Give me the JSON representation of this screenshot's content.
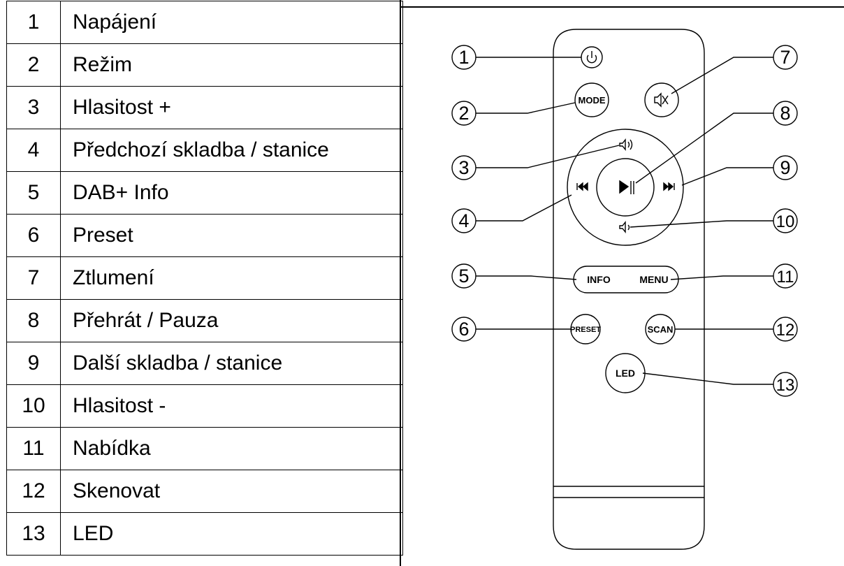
{
  "legend": [
    {
      "num": "1",
      "label": "Napájení"
    },
    {
      "num": "2",
      "label": "Režim"
    },
    {
      "num": "3",
      "label": "Hlasitost +"
    },
    {
      "num": "4",
      "label": "Předchozí skladba / stanice"
    },
    {
      "num": "5",
      "label": "DAB+ Info"
    },
    {
      "num": "6",
      "label": "Preset"
    },
    {
      "num": "7",
      "label": "Ztlumení"
    },
    {
      "num": "8",
      "label": "Přehrát / Pauza"
    },
    {
      "num": "9",
      "label": "Další skladba / stanice"
    },
    {
      "num": "10",
      "label": "Hlasitost -"
    },
    {
      "num": "11",
      "label": "Nabídka"
    },
    {
      "num": "12",
      "label": "Skenovat"
    },
    {
      "num": "13",
      "label": "LED"
    }
  ],
  "remote": {
    "buttons": {
      "mode": "MODE",
      "info": "INFO",
      "menu": "MENU",
      "preset": "PRESET",
      "scan": "SCAN",
      "led": "LED"
    },
    "callouts": [
      "1",
      "2",
      "3",
      "4",
      "5",
      "6",
      "7",
      "8",
      "9",
      "10",
      "11",
      "12",
      "13"
    ]
  }
}
